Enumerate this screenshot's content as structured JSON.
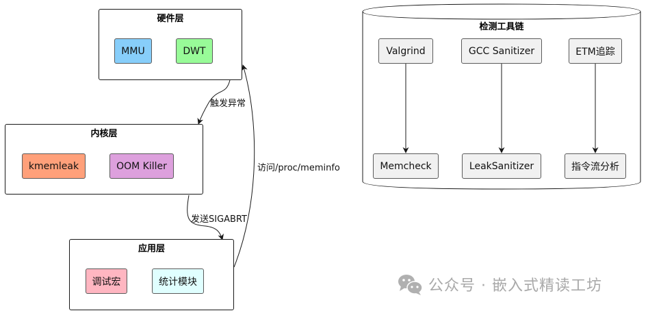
{
  "diagram": {
    "packages": [
      {
        "id": "hardware",
        "title": "硬件层",
        "components": [
          {
            "label": "MMU",
            "color": "#87CEFA"
          },
          {
            "label": "DWT",
            "color": "#98FB98"
          }
        ]
      },
      {
        "id": "kernel",
        "title": "内核层",
        "components": [
          {
            "label": "kmemleak",
            "color": "#FFA07A"
          },
          {
            "label": "OOM Killer",
            "color": "#DDA0DD"
          }
        ]
      },
      {
        "id": "application",
        "title": "应用层",
        "components": [
          {
            "label": "调试宏",
            "color": "#FFB6C1"
          },
          {
            "label": "统计模块",
            "color": "#E0FFFF"
          }
        ]
      }
    ],
    "edges": [
      {
        "from": "硬件层",
        "to": "内核层",
        "label": "触发异常"
      },
      {
        "from": "内核层",
        "to": "应用层",
        "label": "发送SIGABRT"
      },
      {
        "from": "应用层",
        "to": "硬件层",
        "label": "访问/proc/meminfo"
      }
    ],
    "toolchain": {
      "title": "检测工具链",
      "node_color": "#F1F1F1",
      "pairs": [
        {
          "source": "Valgrind",
          "target": "Memcheck"
        },
        {
          "source": "GCC Sanitizer",
          "target": "LeakSanitizer"
        },
        {
          "source": "ETM追踪",
          "target": "指令流分析"
        }
      ]
    }
  },
  "watermark": {
    "icon": "wechat-icon",
    "text": "公众号 · 嵌入式精读工坊"
  }
}
